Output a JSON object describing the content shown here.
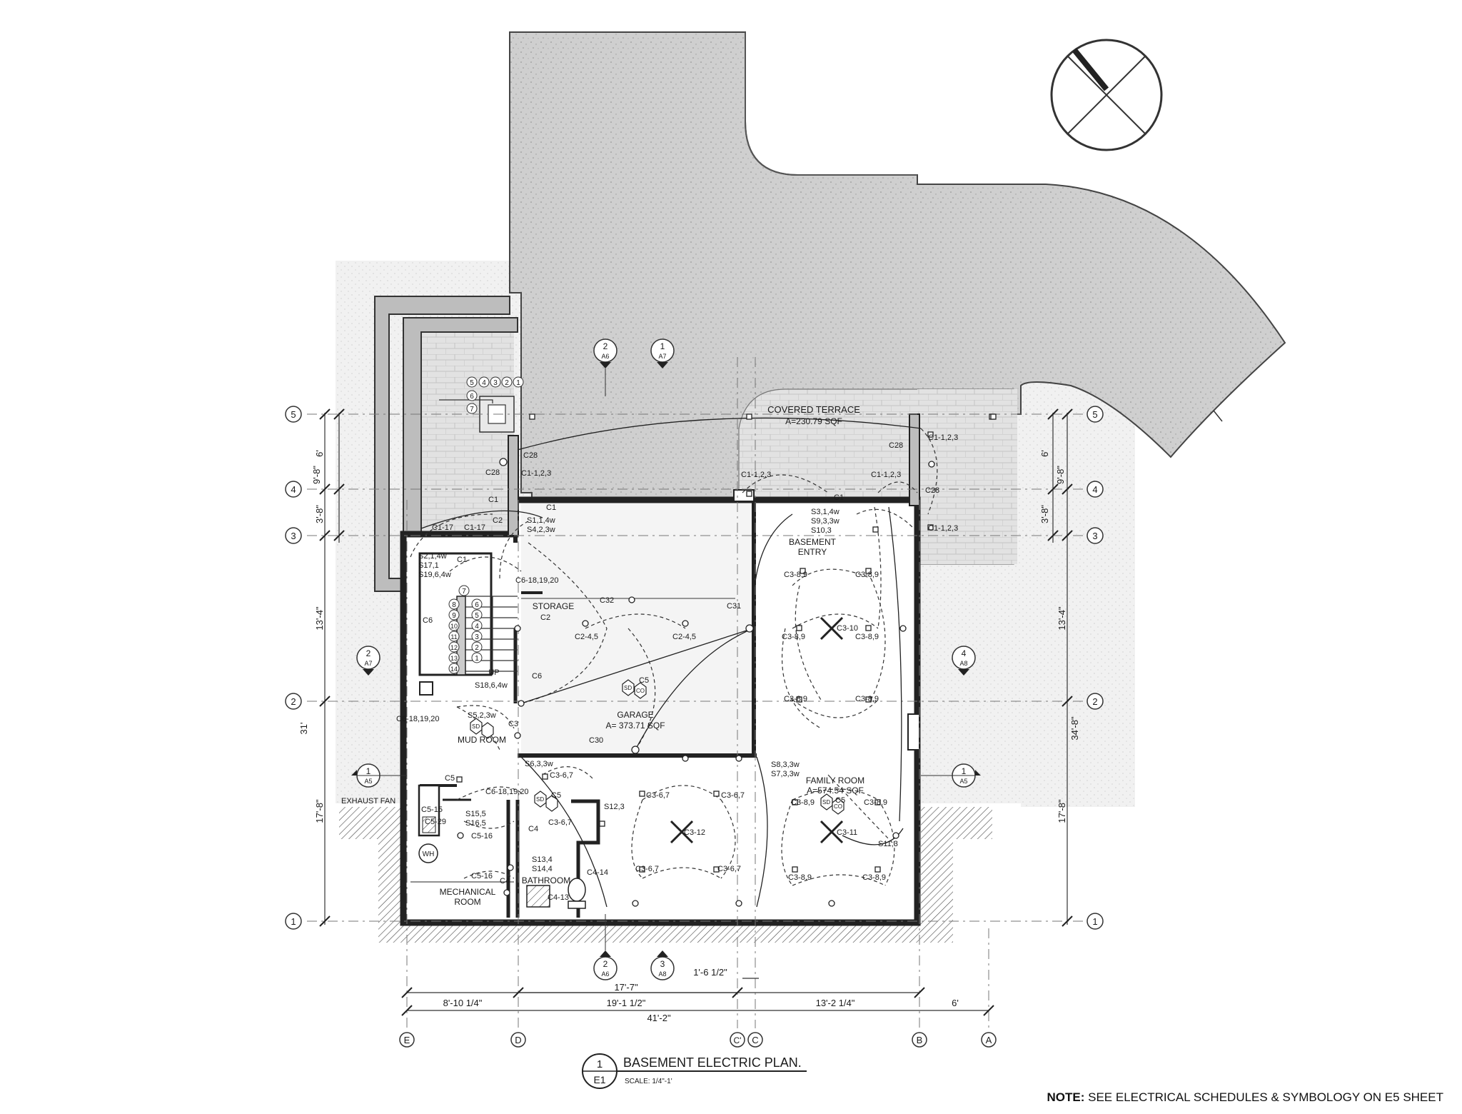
{
  "drawing": {
    "title": "BASEMENT ELECTRIC PLAN.",
    "scale": "SCALE: 1/4\"-1'",
    "detail_number": "1",
    "sheet": "E1",
    "note_label": "NOTE:",
    "note_text": "SEE ELECTRICAL SCHEDULES & SYMBOLOGY ON E5 SHEET"
  },
  "rooms": {
    "covered_terrace": {
      "name": "COVERED TERRACE",
      "area": "A=230.79 SQF"
    },
    "basement_entry": {
      "line1": "BASEMENT",
      "line2": "ENTRY"
    },
    "storage": {
      "name": "STORAGE"
    },
    "garage": {
      "name": "GARAGE",
      "area": "A= 373.71 SQF"
    },
    "mud_room": {
      "name": "MUD ROOM"
    },
    "family_room": {
      "name": "FAMILY ROOM",
      "area": "A=574.54 SQF"
    },
    "bathroom": {
      "name": "BATHROOM"
    },
    "mechanical_room": {
      "line1": "MECHANICAL",
      "line2": "ROOM"
    },
    "exhaust_fan": "EXHAUST FAN",
    "up": "UP",
    "water_heater": "WH"
  },
  "grid": {
    "rows": [
      "5",
      "4",
      "3",
      "2",
      "1"
    ],
    "cols": [
      "E",
      "D",
      "C'",
      "C",
      "B",
      "A"
    ]
  },
  "dimensions": {
    "left": [
      "6'",
      "9'-8\"",
      "3'-8\"",
      "13'-4\"",
      "31'",
      "17'-8\""
    ],
    "right": [
      "6'",
      "9'-8\"",
      "3'-8\"",
      "13'-4\"",
      "34'-8\"",
      "17'-8\""
    ],
    "bottom": [
      "1'-6 1/2\"",
      "17'-7\"",
      "8'-10 1/4\"",
      "19'-1 1/2\"",
      "13'-2 1/4\"",
      "6'",
      "41'-2\""
    ]
  },
  "section_markers": [
    {
      "num": "2",
      "sheet": "A6"
    },
    {
      "num": "1",
      "sheet": "A7"
    },
    {
      "num": "2",
      "sheet": "A7"
    },
    {
      "num": "4",
      "sheet": "A8"
    },
    {
      "num": "1",
      "sheet": "A5"
    },
    {
      "num": "1",
      "sheet": "A5"
    },
    {
      "num": "2",
      "sheet": "A6"
    },
    {
      "num": "3",
      "sheet": "A8"
    }
  ],
  "stair_treads": {
    "upper_row": [
      "5",
      "4",
      "3",
      "2",
      "1"
    ],
    "upper_col": [
      "6",
      "7"
    ],
    "inner_col": [
      "7",
      "8",
      "9",
      "10",
      "11",
      "12",
      "13",
      "14"
    ],
    "outer_col": [
      "6",
      "5",
      "4",
      "3",
      "2",
      "1"
    ]
  },
  "circuit_labels": [
    "C28",
    "C28",
    "C1-1,2,3",
    "C1",
    "C1",
    "C2",
    "S1,1,4w",
    "S4,2,3w",
    "C1-17",
    "C1-17",
    "S2,1,4w",
    "C1",
    "S17,1",
    "S19,6,4w",
    "C6-18,19,20",
    "C6",
    "C32",
    "C2",
    "C2-4,5",
    "C2-4,5",
    "C31",
    "C1-1,2,3",
    "C1-1,2,3",
    "C28",
    "C1-1,2,3",
    "C28",
    "C1",
    "C1-1,2,3",
    "S3,1,4w",
    "S9,3,3w",
    "S10,3",
    "C3-8,9",
    "C3-8,9",
    "C3-8,9",
    "C3-10",
    "C3-8,9",
    "C3-8,9",
    "C3-8,9",
    "C6",
    "S18,6,4w",
    "C5",
    "SD",
    "CO",
    "C6-18,19,20",
    "S5,2,3w",
    "SD",
    "C3",
    "C30",
    "S6,3,3w",
    "C3-6,7",
    "S8,3,3w",
    "S7,3,3w",
    "C5",
    "C6-18,19,20",
    "C3-6,7",
    "C3-6,7",
    "C3-8,9",
    "C5",
    "SD",
    "CO",
    "C3-8,9",
    "C5-15",
    "C5-29",
    "S15,5",
    "S16,5",
    "C5-16",
    "C4",
    "C3-6,7",
    "SD",
    "C5",
    "S12,3",
    "C3-12",
    "C3-11",
    "S11,3",
    "S13,4",
    "S14,4",
    "C4-14",
    "C3-6,7",
    "C3-6,7",
    "C3-8,9",
    "C3-8,9",
    "C5-16",
    "C4",
    "C4-13"
  ]
}
